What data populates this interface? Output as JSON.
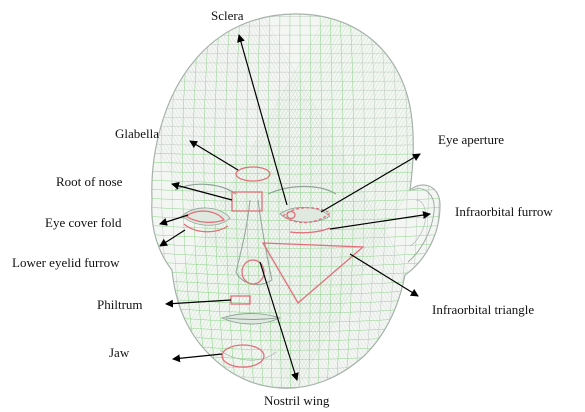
{
  "labels": {
    "sclera": "Sclera",
    "glabella": "Glabella",
    "eye_aperture": "Eye aperture",
    "root_of_nose": "Root of nose",
    "infraorbital_furrow": "Infraorbital furrow",
    "eye_cover_fold": "Eye cover fold",
    "lower_eyelid_furrow": "Lower eyelid furrow",
    "philtrum": "Philtrum",
    "infraorbital_triangle": "Infraorbital triangle",
    "jaw": "Jaw",
    "nostril_wing": "Nostril wing"
  },
  "colors": {
    "mesh_gray": "#b9c3bd",
    "mesh_green": "#7fcf7a",
    "region_outline": "#e0707a",
    "arrow": "#000000"
  }
}
